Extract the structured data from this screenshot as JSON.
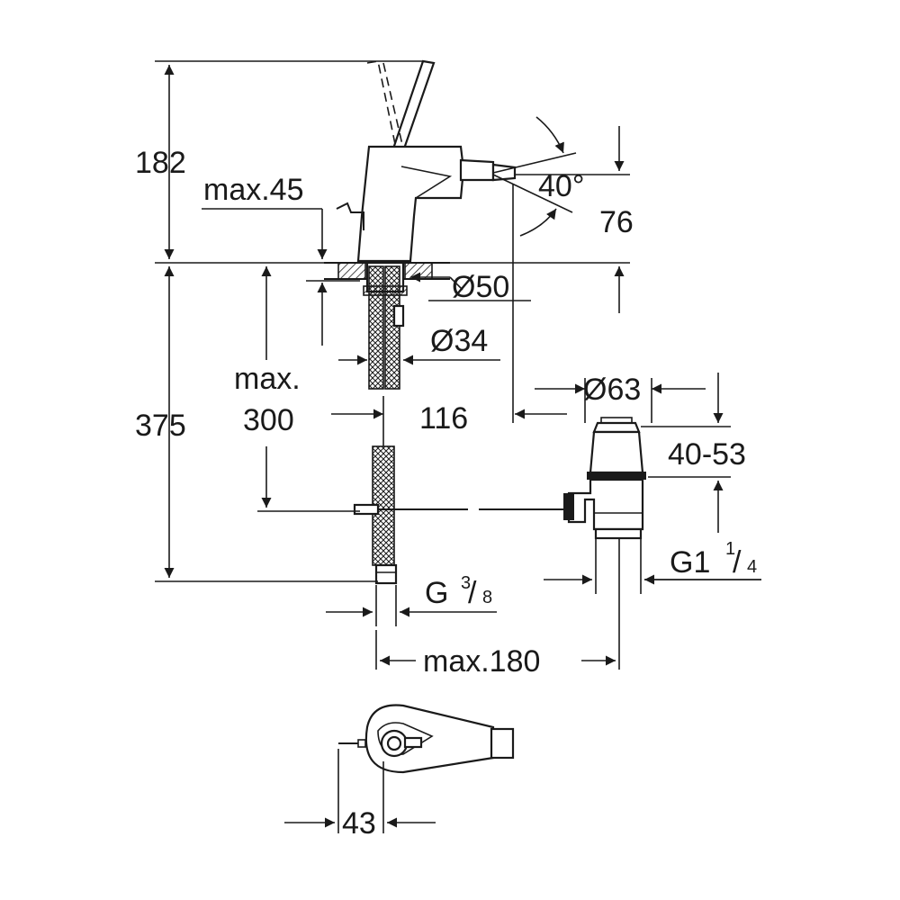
{
  "dimensions": {
    "height_top": "182",
    "max_45": "max.45",
    "angle": "40°",
    "spout_76": "76",
    "dia_50": "Ø50",
    "dia_34": "Ø34",
    "max_label": "max.",
    "max_300": "300",
    "height_375": "375",
    "width_116": "116",
    "dia_63": "Ø63",
    "range_40_53": "40-53",
    "thread_g": "G",
    "thread_g_num": "3",
    "thread_g_den": "8",
    "thread_g1": "G1",
    "thread_g1_num": "1",
    "thread_g1_den": "4",
    "max_180": "max.180",
    "depth_43": "43"
  },
  "colors": {
    "line": "#1a1a1a",
    "background": "#ffffff"
  }
}
